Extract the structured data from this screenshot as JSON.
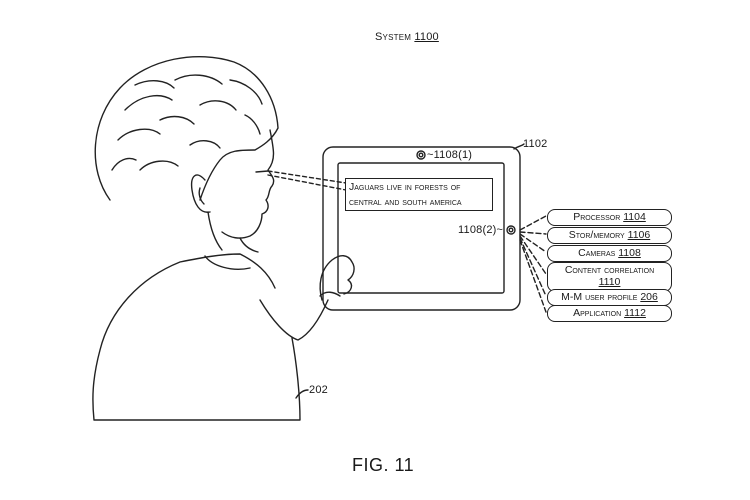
{
  "title": {
    "prefix": "System",
    "ref": "1100"
  },
  "figure_label": "FIG. 11",
  "device": {
    "ref": "1102"
  },
  "screen_message": {
    "line1": "Jaguars live in forests of",
    "line2": "central and south america"
  },
  "cameras": {
    "top": {
      "label": "~1108(1)"
    },
    "side": {
      "label": "1108(2)~"
    }
  },
  "user": {
    "ref": "202"
  },
  "components": [
    {
      "name": "Processor",
      "ref": "1104"
    },
    {
      "name": "Stor/memory",
      "ref": "1106"
    },
    {
      "name": "Cameras",
      "ref": "1108"
    },
    {
      "name": "Content correlation",
      "ref": "1110"
    },
    {
      "name": "M-M user profile",
      "ref": "206"
    },
    {
      "name": "Application",
      "ref": "1112"
    }
  ]
}
